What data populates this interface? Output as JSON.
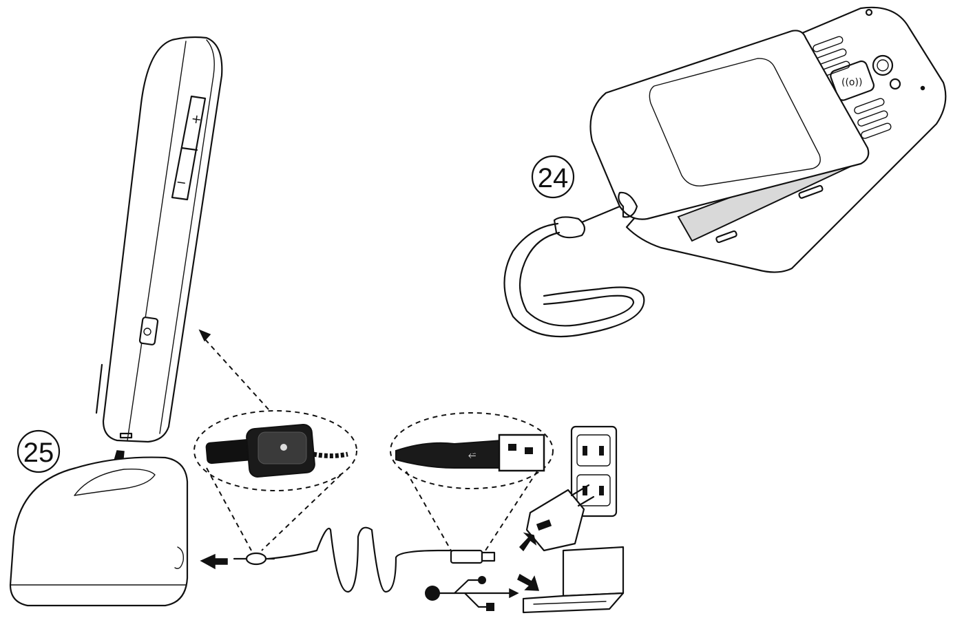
{
  "steps": [
    {
      "number": "24"
    },
    {
      "number": "25"
    }
  ],
  "icons": {
    "phone_vertical": "phone-side-view",
    "phone_flip": "flip-phone-with-lanyard",
    "charger_base": "charging-cradle",
    "magnetic_connector": "magnetic-usb-connector",
    "usb_plug": "usb-a-plug",
    "wall_socket": "wall-socket",
    "power_adapter": "usb-wall-adapter",
    "laptop": "laptop-computer",
    "usb_symbol": "usb-symbol"
  },
  "colors": {
    "ink": "#111111",
    "paper": "#ffffff",
    "shade": "#d9d9d9"
  }
}
